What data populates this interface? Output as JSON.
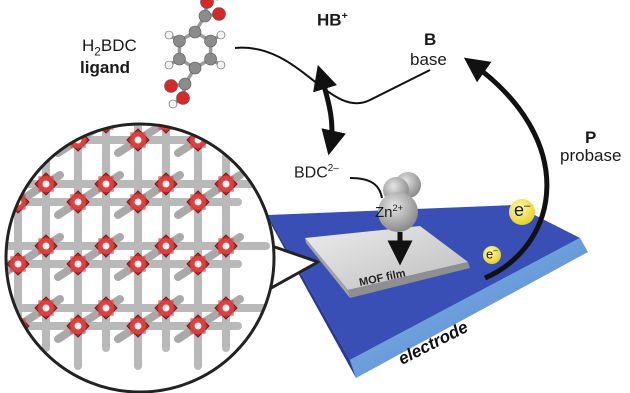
{
  "ligand": {
    "formula_main": "H",
    "formula_sub": "2",
    "formula_rest": "BDC",
    "caption": "ligand"
  },
  "protonated_base": {
    "main": "HB",
    "charge": "+"
  },
  "base": {
    "letter": "B",
    "name": "base"
  },
  "probase": {
    "letter": "P",
    "name": "probase"
  },
  "dianion": {
    "main": "BDC",
    "charge": "2–"
  },
  "zinc": {
    "main": "Zn",
    "charge": "2+"
  },
  "electron_large": {
    "main": "e",
    "charge": "–"
  },
  "electron_small": {
    "main": "e",
    "charge": "–"
  },
  "film_label": "MOF film",
  "electrode_label": "electrode",
  "colors": {
    "electrode_top": "#3a4fb5",
    "electrode_side": "#6fa3df",
    "film": "#d4d4d4",
    "metal_node": "#c62a2a",
    "strut": "#b9b9b9",
    "zn_ion": "#9c9c9c",
    "electron": "#f4e43a"
  }
}
